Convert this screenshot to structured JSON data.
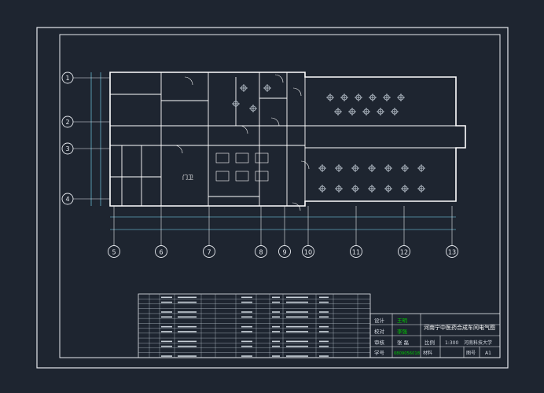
{
  "colors": {
    "background": "#1e2530",
    "frame": "#e6e9ee",
    "wall": "#ffffff",
    "dimension": "#7ee3ff",
    "fixture": "#dce6f0",
    "title_accent": "#00c800",
    "text": "#d8dde6"
  },
  "grid_axes": {
    "rows": [
      "1",
      "2",
      "3",
      "4"
    ],
    "columns": [
      "5",
      "6",
      "7",
      "8",
      "9",
      "10",
      "11",
      "12",
      "13"
    ]
  },
  "room_labels": {
    "office": "门卫"
  },
  "title_block": {
    "drawing_title": "河南宁中医药合成车间电气图",
    "scale_label": "比例",
    "scale_value": "1:300",
    "material_label": "材料",
    "sheet_label": "图号",
    "sheet_value": "A1",
    "school": "河南科技大学",
    "rows": [
      {
        "label": "设计",
        "value": "王明"
      },
      {
        "label": "校对",
        "value": "李强"
      },
      {
        "label": "审核",
        "value": "张 磊"
      }
    ],
    "date_label": "学号",
    "date_value": "0809056018"
  },
  "schedule_table": {
    "row_count": 13
  }
}
